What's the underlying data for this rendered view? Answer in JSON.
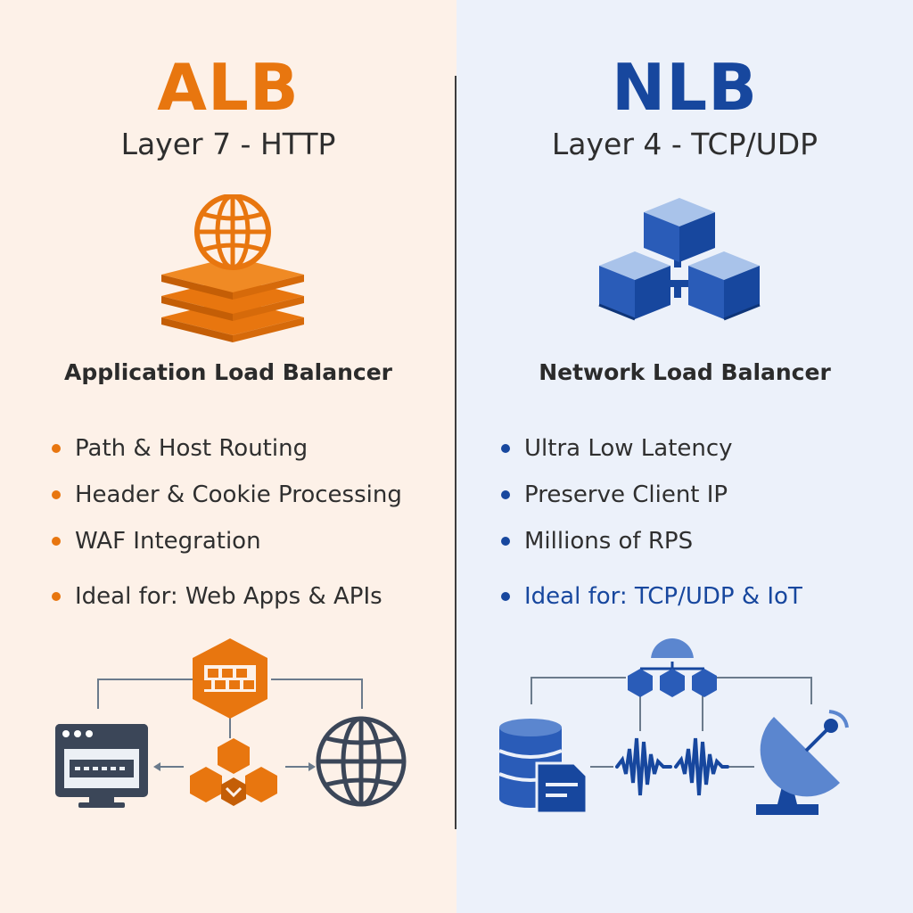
{
  "alb": {
    "title": "ALB",
    "layer": "Layer 7 - HTTP",
    "name": "Application Load Balancer",
    "features": [
      "Path & Host Routing",
      "Header & Cookie Processing",
      "WAF Integration",
      "Ideal for: Web Apps & APIs"
    ],
    "accent": "#e8760f",
    "icons": [
      "globe-stack-icon",
      "server-window-icon",
      "firewall-icon",
      "hexagon-cluster-icon",
      "globe-icon"
    ]
  },
  "nlb": {
    "title": "NLB",
    "layer": "Layer 4 - TCP/UDP",
    "name": "Network Load Balancer",
    "features": [
      "Ultra Low Latency",
      "Preserve Client IP",
      "Millions of RPS",
      "Ideal for: TCP/UDP & IoT"
    ],
    "accent": "#17479e",
    "icons": [
      "network-cubes-icon",
      "database-icon",
      "document-icon",
      "waveform-icon",
      "satellite-dish-icon"
    ]
  }
}
